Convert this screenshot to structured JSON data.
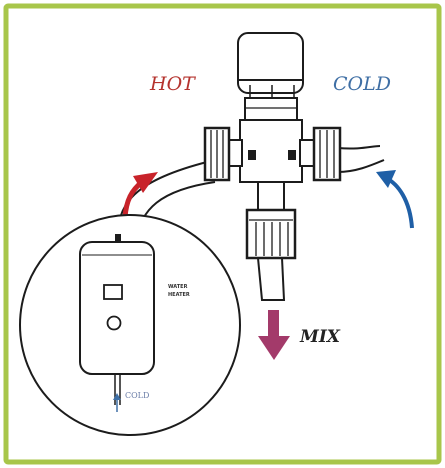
{
  "labels": {
    "hot": "HOT",
    "cold": "COLD",
    "mix": "MIX",
    "heater_cold": "COLD",
    "heater_name": [
      "WATER",
      "HEATER"
    ]
  },
  "colors": {
    "frame_border": "#a8c64a",
    "hot_arrow": "#c8232a",
    "cold_arrow": "#1f5fa6",
    "mix_arrow": "#a33a6a",
    "hot_text": "#b5332e",
    "cold_text": "#3f6fa5"
  }
}
